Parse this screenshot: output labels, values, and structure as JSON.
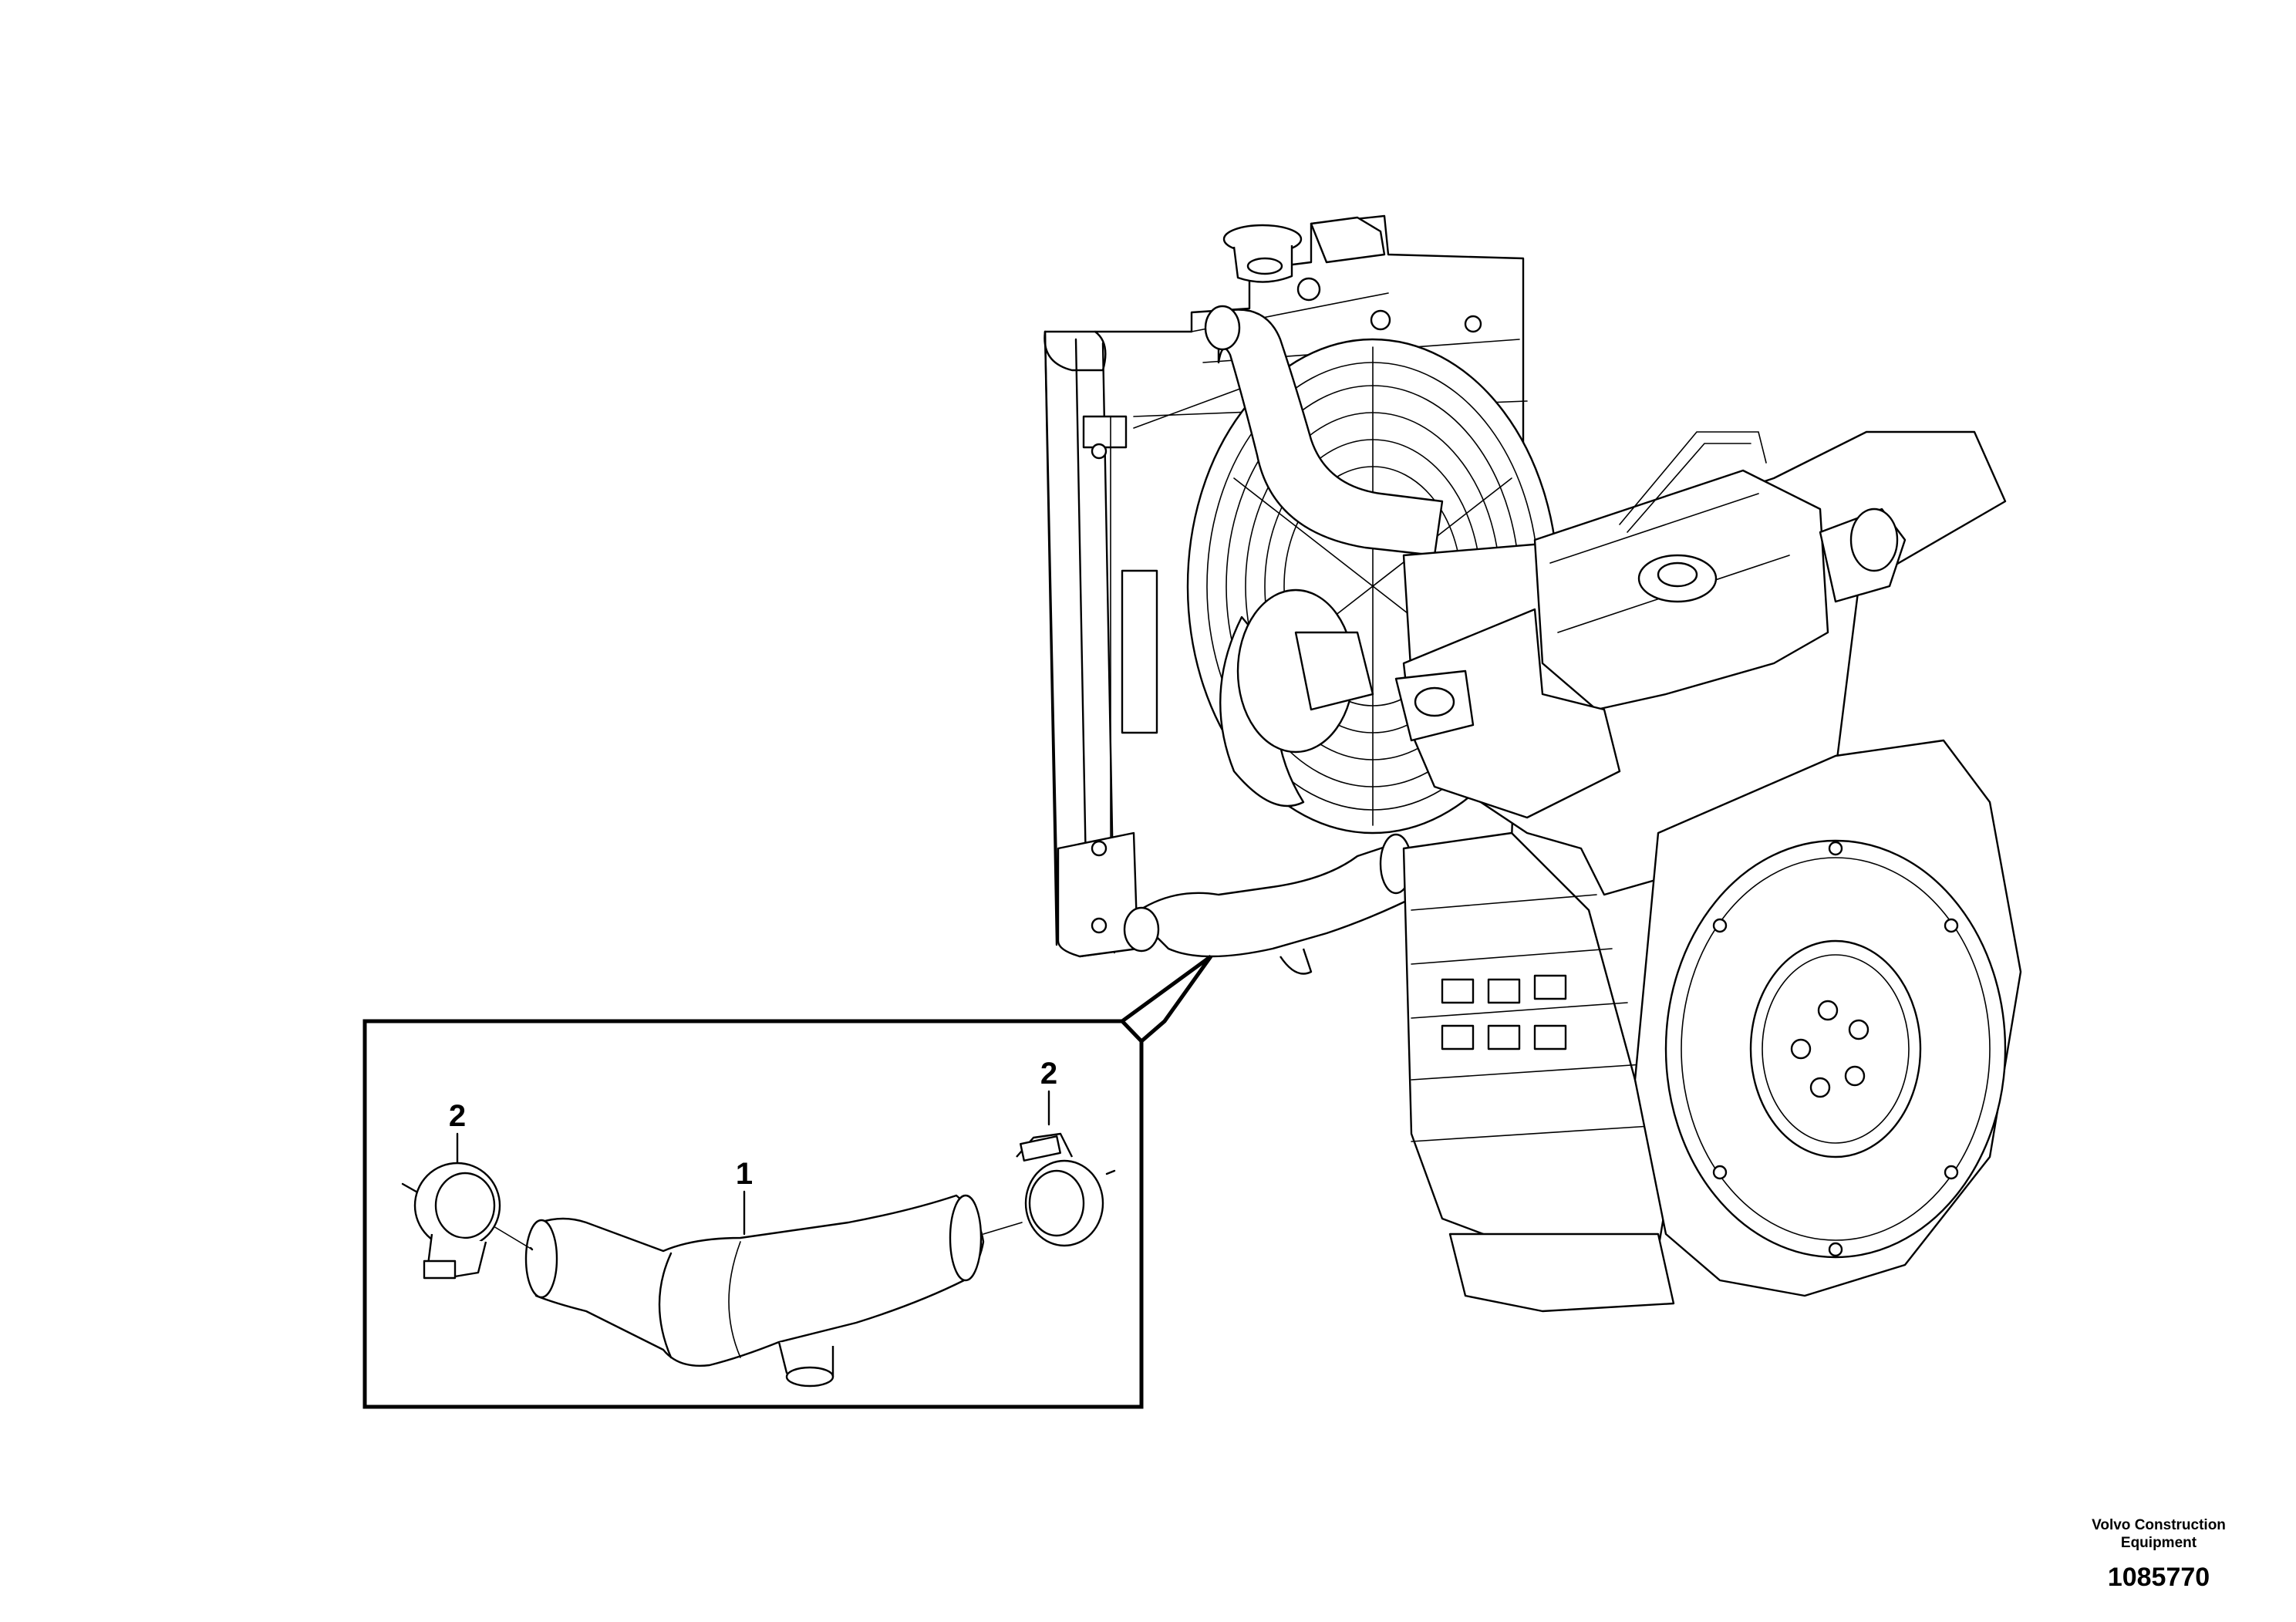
{
  "callouts": {
    "hose": "1",
    "clamp_left": "2",
    "clamp_right": "2"
  },
  "footer": {
    "brand": "Volvo Construction Equipment",
    "figure_number": "1085770"
  }
}
